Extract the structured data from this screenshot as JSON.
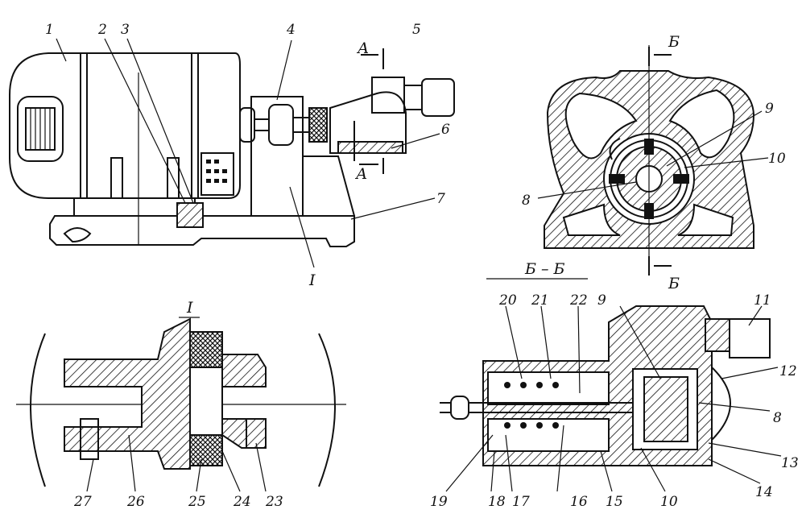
{
  "callouts": [
    "1",
    "2",
    "3",
    "4",
    "5",
    "6",
    "7",
    "8",
    "9",
    "10",
    "11",
    "12",
    "13",
    "14",
    "15",
    "16",
    "17",
    "18",
    "19",
    "20",
    "21",
    "22",
    "23",
    "24",
    "25",
    "26",
    "27"
  ],
  "section_marks": {
    "a_top": "А",
    "a_bottom": "А",
    "b_top": "Б",
    "b_bottom": "Б",
    "b_b_title": "Б – Б",
    "detail_ref": "I",
    "detail_title": "I"
  },
  "colors": {
    "ink": "#111111",
    "paper": "#ffffff"
  }
}
